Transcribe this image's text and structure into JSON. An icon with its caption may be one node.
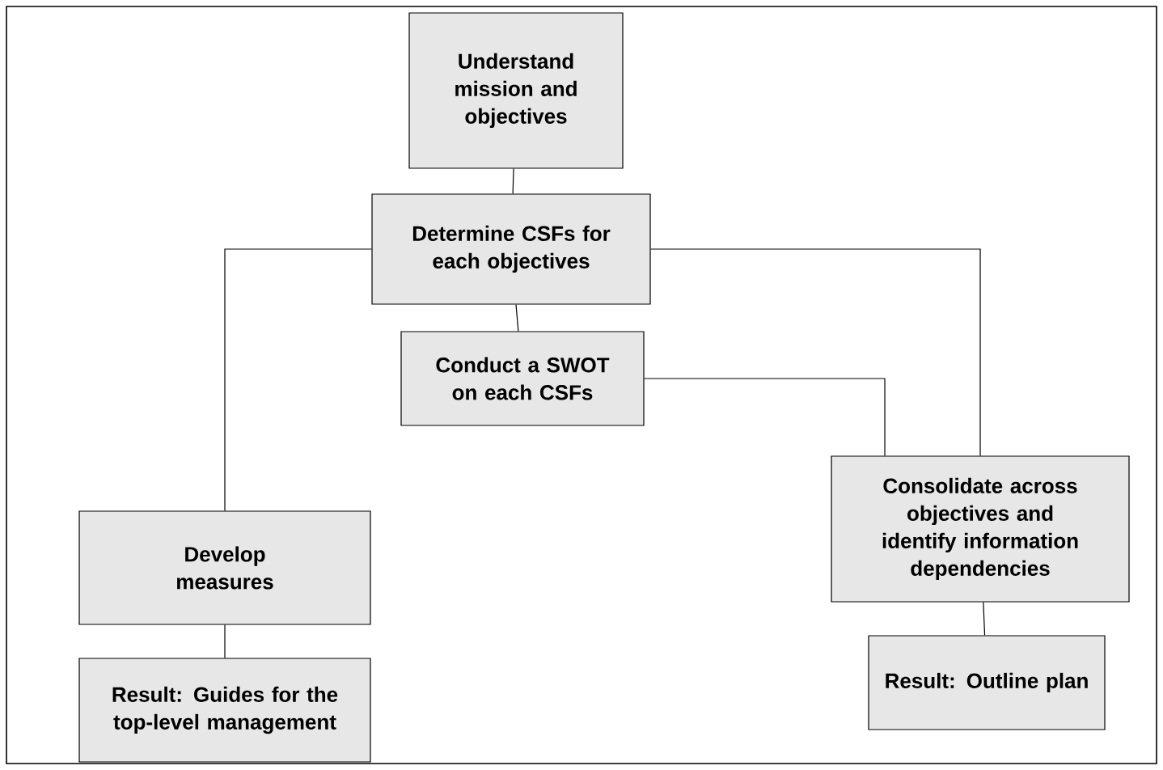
{
  "diagram": {
    "nodes": [
      {
        "text": [
          "Understand mission and objectives"
        ]
      },
      {
        "text": [
          "Determine CSFs for each objectives"
        ]
      },
      {
        "text": [
          "Conduct a SWOT on each CSFs"
        ]
      },
      {
        "text": [
          "Develop measures"
        ]
      },
      {
        "text": [
          "Result: Guides for the top-level management"
        ]
      },
      {
        "text": [
          "Consolidate across objectives and identify information dependencies"
        ]
      },
      {
        "text": [
          "Result: Outline plan"
        ]
      }
    ],
    "edges": [
      {
        "from": 0,
        "to": 1,
        "arrow": "none"
      },
      {
        "from": 1,
        "to": 2,
        "arrow": "none"
      },
      {
        "from": 1,
        "to": 3,
        "arrow": "none"
      },
      {
        "from": 1,
        "to": 5,
        "arrow": "none"
      },
      {
        "from": 2,
        "to": 5,
        "arrow": "none"
      },
      {
        "from": 3,
        "to": 4,
        "arrow": "none"
      },
      {
        "from": 5,
        "to": 6,
        "arrow": "none"
      }
    ]
  }
}
